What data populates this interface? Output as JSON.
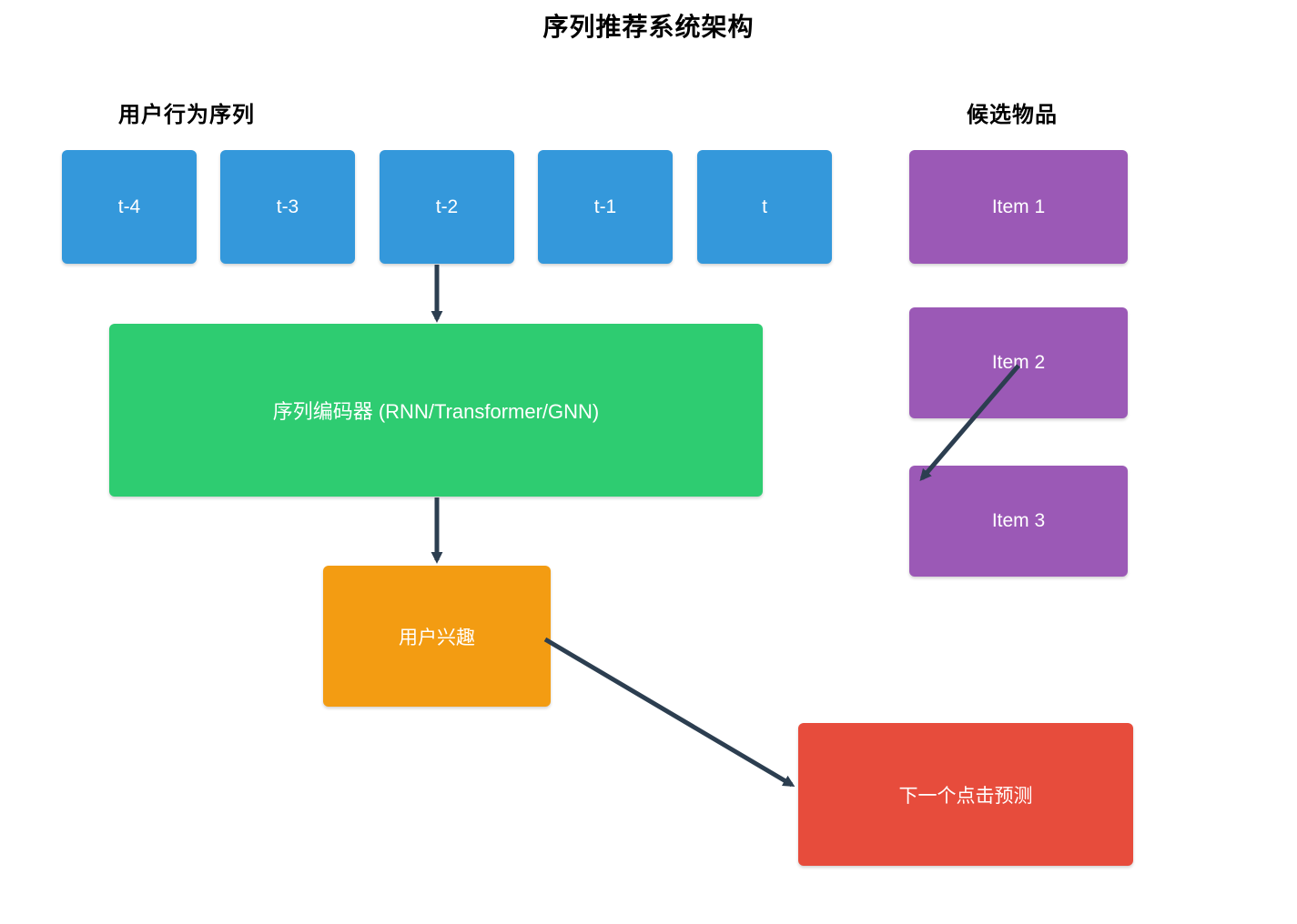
{
  "title": "序列推荐系统架构",
  "sections": {
    "user_behavior_label": "用户行为序列",
    "candidate_items_label": "候选物品"
  },
  "sequence_steps": [
    "t-4",
    "t-3",
    "t-2",
    "t-1",
    "t"
  ],
  "candidate_items": [
    "Item 1",
    "Item 2",
    "Item 3"
  ],
  "nodes": {
    "encoder_label": "序列编码器 (RNN/Transformer/GNN)",
    "user_interest_label": "用户兴趣",
    "prediction_label": "下一个点击预测"
  },
  "edges": [
    {
      "from": "t-2",
      "to": "序列编码器 (RNN/Transformer/GNN)"
    },
    {
      "from": "序列编码器 (RNN/Transformer/GNN)",
      "to": "用户兴趣"
    },
    {
      "from": "用户兴趣",
      "to": "下一个点击预测"
    },
    {
      "from": "Item 2",
      "to": "Item 3"
    }
  ],
  "colors": {
    "sequence_box": "#3498db",
    "candidate_box": "#9b59b6",
    "encoder_box": "#2ecc71",
    "interest_box": "#f39c12",
    "prediction_box": "#e74c3c",
    "arrow": "#2c3e50",
    "box_text": "#ffffff",
    "title_text": "#000000",
    "background": "#ffffff"
  }
}
